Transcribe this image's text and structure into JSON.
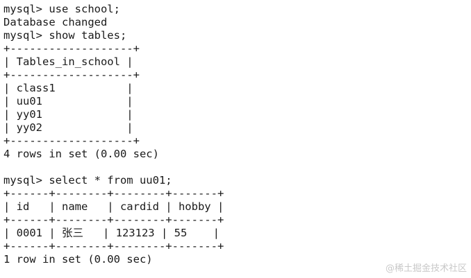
{
  "terminal": {
    "lines": [
      "mysql> use school;",
      "Database changed",
      "mysql> show tables;",
      "+-------------------+",
      "| Tables_in_school |",
      "+-------------------+",
      "| class1           |",
      "| uu01             |",
      "| yy01             |",
      "| yy02             |",
      "+-------------------+",
      "4 rows in set (0.00 sec)",
      "",
      "mysql> select * from uu01;",
      "+------+--------+--------+-------+",
      "| id   | name   | cardid | hobby |",
      "+------+--------+--------+-------+",
      "| 0001 | 张三   | 123123 | 55    |",
      "+------+--------+--------+-------+",
      "1 row in set (0.00 sec)"
    ]
  },
  "watermark": "@稀土掘金技术社区"
}
